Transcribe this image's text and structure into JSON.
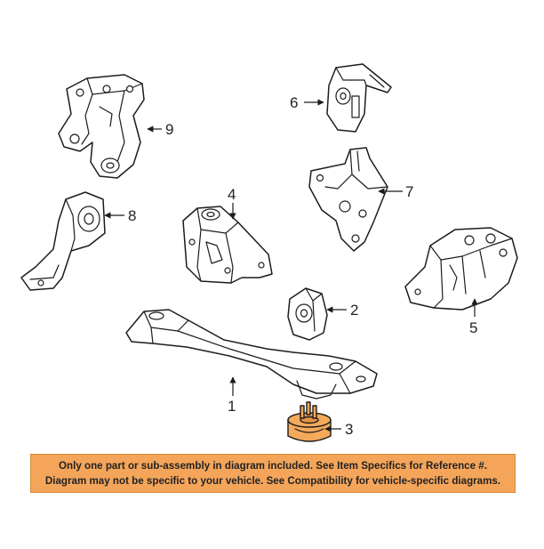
{
  "callouts": {
    "c1": "1",
    "c2": "2",
    "c3": "3",
    "c4": "4",
    "c5": "5",
    "c6": "6",
    "c7": "7",
    "c8": "8",
    "c9": "9"
  },
  "notice": {
    "line1": "Only one part or sub-assembly in diagram included. See Item Specifics for Reference #.",
    "line2": "Diagram may not be specific to your vehicle. See Compatibility for vehicle-specific diagrams."
  },
  "colors": {
    "highlight": "#f5a95a",
    "notice_background": "#f4a55a"
  }
}
